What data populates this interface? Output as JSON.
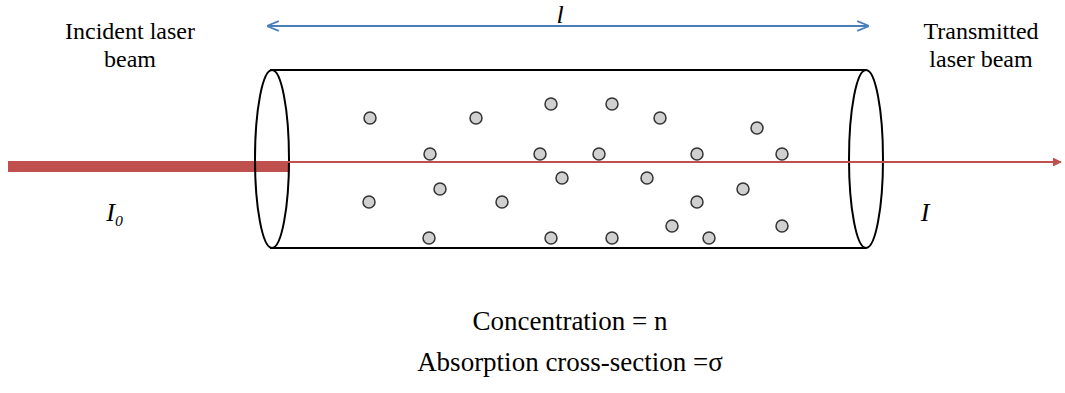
{
  "diagram": {
    "labels": [
      "l",
      "Incident laser beam",
      "Transmitted laser beam",
      "I₀",
      "I",
      "Concentration = n",
      "Absorption cross-section =σ"
    ]
  }
}
